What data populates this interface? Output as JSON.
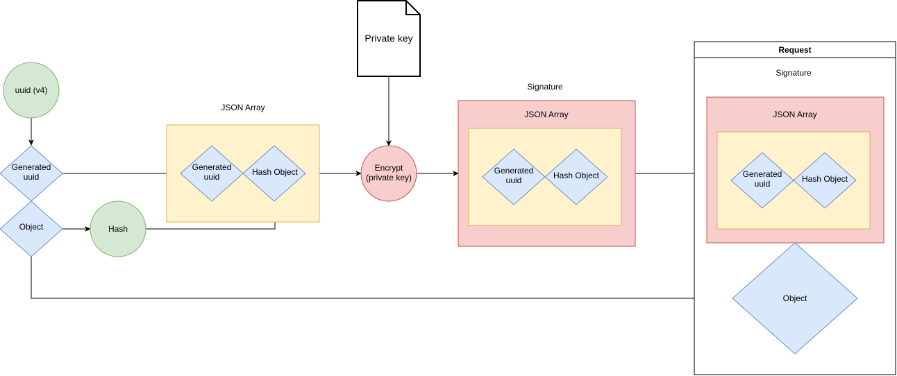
{
  "diagram": {
    "colors": {
      "green_fill": "#d5e8d4",
      "green_stroke": "#82b366",
      "blue_fill": "#dae8fc",
      "blue_stroke": "#6c8ebf",
      "yellow_fill": "#fff2cc",
      "yellow_stroke": "#d6b656",
      "red_fill": "#f8cecc",
      "red_stroke": "#b85450",
      "edge": "#000000"
    },
    "nodes": {
      "uuid_v4": "uuid (v4)",
      "generated_uuid": [
        "Generated",
        "uuid"
      ],
      "object": "Object",
      "hash": "Hash",
      "private_key": "Private key",
      "encrypt": [
        "Encrypt",
        "(private key)"
      ]
    },
    "json_array_group": {
      "caption": "JSON Array",
      "generated_uuid": [
        "Generated",
        "uuid"
      ],
      "hash_object": "Hash Object"
    },
    "signature_group": {
      "caption": "Signature",
      "inner_caption": "JSON Array",
      "generated_uuid": [
        "Generated",
        "uuid"
      ],
      "hash_object": "Hash Object"
    },
    "request": {
      "title": "Request",
      "signature_caption": "Signature",
      "inner_caption": "JSON Array",
      "generated_uuid": [
        "Generated",
        "uuid"
      ],
      "hash_object": "Hash Object",
      "object": "Object"
    }
  }
}
